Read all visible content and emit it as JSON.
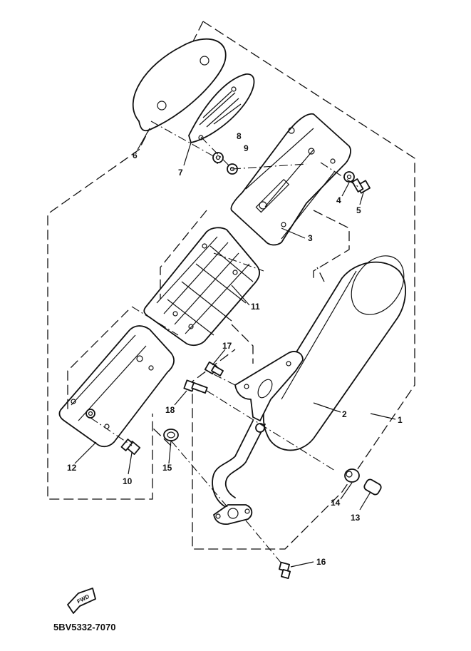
{
  "callouts": {
    "c1": "1",
    "c2": "2",
    "c3": "3",
    "c4": "4",
    "c5": "5",
    "c6": "6",
    "c7": "7",
    "c8": "8",
    "c9": "9",
    "c10": "10",
    "c11": "11",
    "c12": "12",
    "c13": "13",
    "c14": "14",
    "c15": "15",
    "c16": "16",
    "c17": "17",
    "c18": "18"
  },
  "fwd_label": "FWD",
  "diagram_code": "5BV5332-7070"
}
